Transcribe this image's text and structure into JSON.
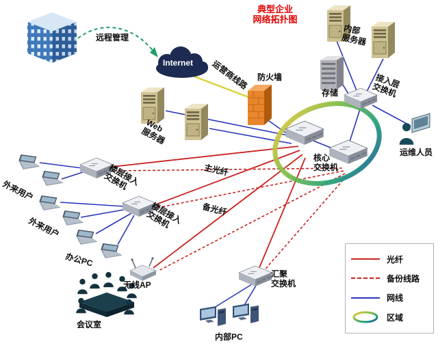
{
  "title": "典型企业\n网络拓扑图",
  "labels": {
    "remote_mgmt": "远程管理",
    "internet": "Internet",
    "carrier_line": "运营商线路",
    "firewall": "防火墙",
    "internal_server": "内部\n服务器",
    "storage": "存储",
    "access_layer_switch": "接入层\n交换机",
    "ops_staff": "运维人员",
    "web_server": "Web\n服务器",
    "core_switch": "核心\n交换机",
    "main_fiber": "主光纤",
    "backup_fiber": "备光纤",
    "floor_switch_1": "楼层接入\n交换机",
    "floor_switch_2": "楼层接入\n交换机",
    "external_users_1": "外来用户",
    "external_users_2": "外来用户",
    "office_pc": "办公PC",
    "wireless_ap": "无线AP",
    "meeting_room": "会议室",
    "aggregation_switch": "汇聚\n交换机",
    "internal_pc": "内部PC"
  },
  "legend": {
    "items": [
      {
        "label": "光纤",
        "style": "solid-red-line"
      },
      {
        "label": "备份线路",
        "style": "dashed-red-line"
      },
      {
        "label": "网线",
        "style": "solid-blue-line"
      },
      {
        "label": "区域",
        "style": "multicolor-ring"
      }
    ]
  },
  "colors": {
    "title_red": "#e00000",
    "fiber": "#c82020",
    "backup_line": "#c82020",
    "ethernet": "#2a35b8",
    "carrier_line": "#d9d23a",
    "remote_arrow": "#1f9e68",
    "zone_ring_stops": [
      "#f3c93a",
      "#7ebc44",
      "#1e9e77",
      "#1c4f9e"
    ]
  },
  "icons": [
    "building-icon",
    "internet-cloud-icon",
    "firewall-icon",
    "web-server-icon",
    "internal-server-icon",
    "storage-icon",
    "access-layer-switch-icon",
    "core-switch-icon",
    "floor-switch-icon",
    "aggregation-switch-icon",
    "laptop-icon",
    "desktop-pc-icon",
    "wireless-ap-icon",
    "meeting-room-icon",
    "ops-staff-icon",
    "zone-ring"
  ]
}
